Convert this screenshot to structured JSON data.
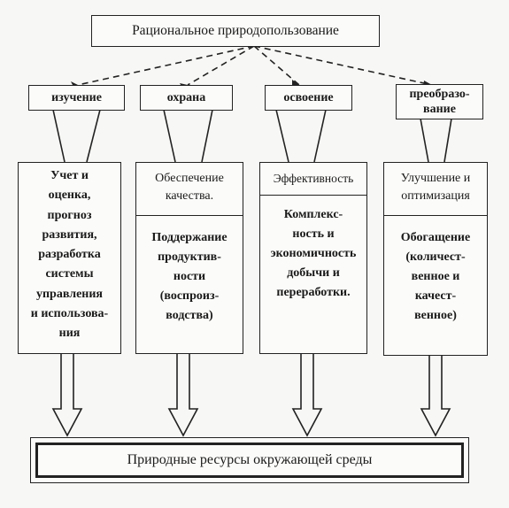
{
  "title": "Рациональное природопользование",
  "categories": [
    {
      "label": "изучение"
    },
    {
      "label": "охрана"
    },
    {
      "label": "освоение"
    },
    {
      "label_lines": [
        "преобразо-",
        "вание"
      ]
    }
  ],
  "col1": {
    "lines": [
      "Учет и",
      "оценка,",
      "прогноз",
      "развития,",
      "разработка",
      "системы",
      "управления",
      "и использова-",
      "ния"
    ]
  },
  "col2": {
    "top_lines": [
      "Обеспечение",
      "качества."
    ],
    "bottom_lines": [
      "Поддержание",
      "продуктив-",
      "ности",
      "(воспроиз-",
      "водства)"
    ]
  },
  "col3": {
    "top": "Эффективность",
    "bottom_lines": [
      "Комплекс-",
      "ность и",
      "экономичность",
      "добычи и",
      "переработки."
    ]
  },
  "col4": {
    "top_lines": [
      "Улучшение и",
      "оптимизация"
    ],
    "bottom_lines": [
      "Обогащение",
      "(количест-",
      "венное и",
      "качест-",
      "венное)"
    ]
  },
  "footer": "Природные ресурсы окружающей среды"
}
